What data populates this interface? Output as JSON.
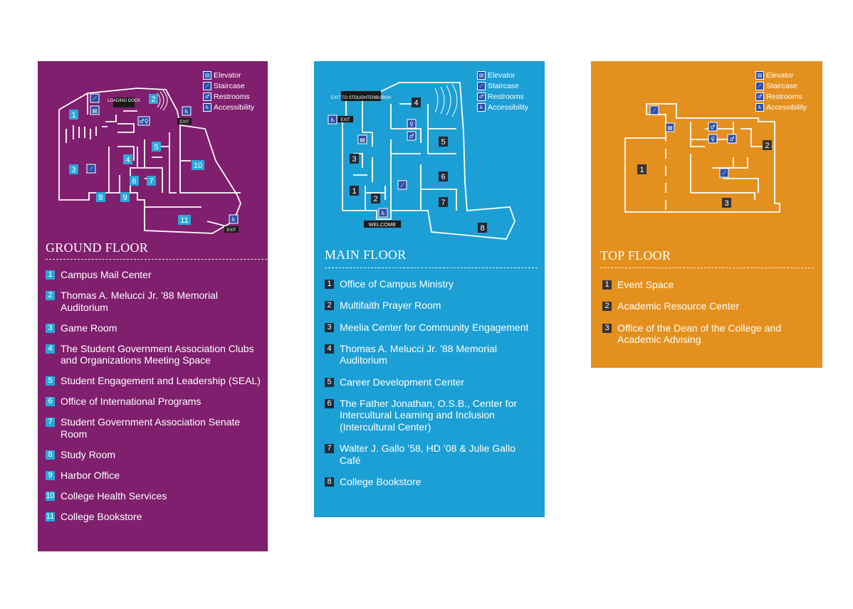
{
  "legend": {
    "elevator": "Elevator",
    "staircase": "Staircase",
    "restrooms": "Restrooms",
    "accessibility": "Accessibility"
  },
  "colors": {
    "ground": "#7f1f6d",
    "main": "#1c9fd4",
    "top": "#e4901e",
    "ground_number_badge": "#29a8d8",
    "main_number_badge": "#1f2a36",
    "top_number_badge": "#3a3430",
    "legend_icon": "#2c4fa8"
  },
  "icons": {
    "elevator": "elevator-icon",
    "staircase": "staircase-icon",
    "restrooms": "restrooms-icon",
    "accessibility": "wheelchair-icon"
  },
  "ground": {
    "title": "GROUND FLOOR",
    "map_labels": {
      "loading_dock": "LOADING DOCK",
      "exit": "EXIT"
    },
    "rooms": [
      {
        "num": "1",
        "name": "Campus Mail Center"
      },
      {
        "num": "2",
        "name": "Thomas A. Melucci Jr. ’88 Memorial Auditorium"
      },
      {
        "num": "3",
        "name": "Game Room"
      },
      {
        "num": "4",
        "name": "The Student Government Association Clubs and Organizations Meeting Space"
      },
      {
        "num": "5",
        "name": "Student Engagement and Leadership (SEAL)"
      },
      {
        "num": "6",
        "name": "Office of International Programs"
      },
      {
        "num": "7",
        "name": "Student Government Association Senate Room"
      },
      {
        "num": "8",
        "name": "Study Room"
      },
      {
        "num": "9",
        "name": "Harbor Office"
      },
      {
        "num": "10",
        "name": "College Health Services"
      },
      {
        "num": "11",
        "name": "College Bookstore"
      }
    ]
  },
  "main": {
    "title": "MAIN FLOOR",
    "map_labels": {
      "exit_to": "EXIT TO STOUGHTENBURGH",
      "exit": "EXIT",
      "welcome": "WELCOME"
    },
    "rooms": [
      {
        "num": "1",
        "name": "Office of Campus Ministry"
      },
      {
        "num": "2",
        "name": "Multifaith Prayer Room"
      },
      {
        "num": "3",
        "name": "Meelia Center for Community Engagement"
      },
      {
        "num": "4",
        "name": "Thomas A. Melucci Jr. ’88 Memorial Auditorium"
      },
      {
        "num": "5",
        "name": "Career Development Center"
      },
      {
        "num": "6",
        "name": "The Father Jonathan, O.S.B., Center for Intercultural Learning and Inclusion (Intercultural Center)"
      },
      {
        "num": "7",
        "name": "Walter J. Gallo ’58, HD ’08 & Julie Gallo Café"
      },
      {
        "num": "8",
        "name": "College Bookstore"
      }
    ]
  },
  "top": {
    "title": "TOP FLOOR",
    "rooms": [
      {
        "num": "1",
        "name": "Event Space"
      },
      {
        "num": "2",
        "name": "Academic Resource Center"
      },
      {
        "num": "3",
        "name": "Office of the Dean of the College and Academic Advising"
      }
    ]
  }
}
